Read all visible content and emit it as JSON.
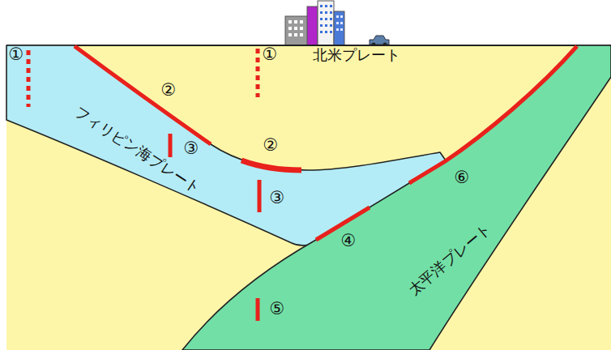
{
  "diagram": {
    "nodes": [
      {
        "text": [
          "北米プレート"
        ]
      },
      {
        "text": [
          "フィリピン海プレート"
        ],
        "in": 0
      },
      {
        "text": [
          "太平洋プレート"
        ],
        "in": 0
      }
    ],
    "labels": [
      "①",
      "①",
      "②",
      "②",
      "③",
      "⑥",
      "③",
      "④",
      "⑤"
    ]
  }
}
